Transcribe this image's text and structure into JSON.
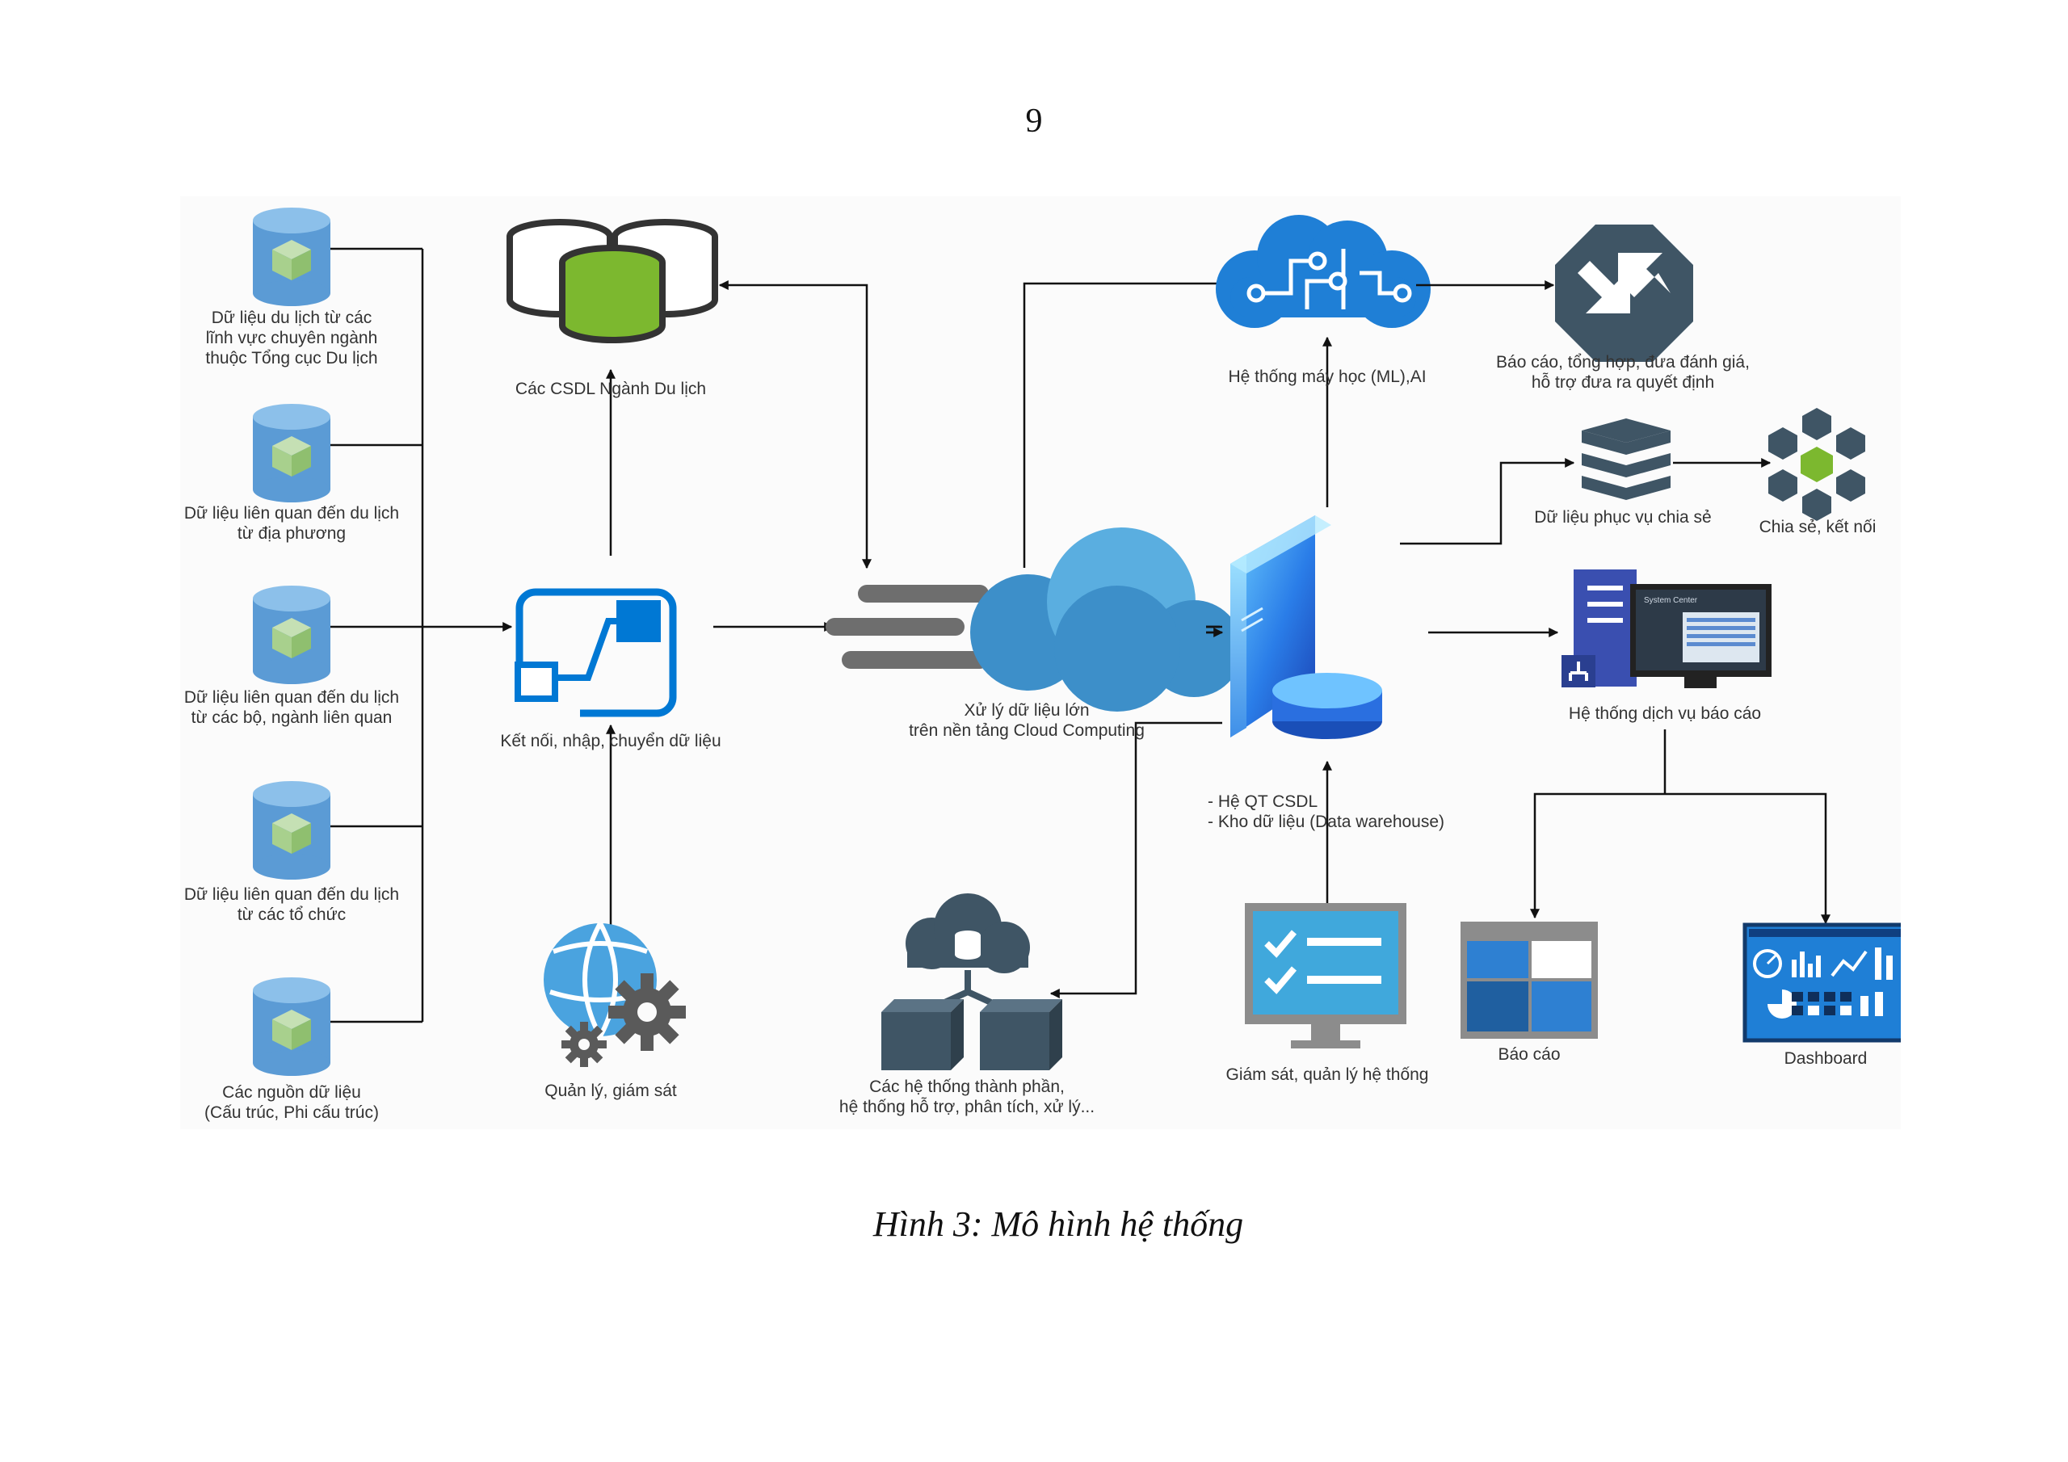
{
  "page_number": "9",
  "diagram": {
    "sources": [
      {
        "line1": "Dữ liệu du lịch từ các",
        "line2": "lĩnh vực chuyên ngành",
        "line3": "thuộc Tổng cục Du lịch"
      },
      {
        "line1": "Dữ liệu liên quan đến du lịch",
        "line2": "từ địa phương"
      },
      {
        "line1": "Dữ liệu liên quan đến du lịch",
        "line2": "từ các bộ, ngành liên quan"
      },
      {
        "line1": "Dữ liệu liên quan đến du lịch",
        "line2": "từ các tổ chức"
      },
      {
        "line1": "Các nguồn dữ liệu",
        "line2": "(Cấu trúc, Phi cấu trúc)"
      }
    ],
    "csdl_nganh": "Các CSDL Ngành Du lịch",
    "connect": "Kết nối, nhập,  chuyển dữ liệu",
    "manage": "Quản lý, giám sát",
    "cloud": {
      "line1": "Xử lý dữ liệu lớn",
      "line2": "trên nền tảng Cloud Computing"
    },
    "component_systems": {
      "line1": "Các hệ thống thành phần,",
      "line2": "hệ thống hỗ trợ, phân tích, xử lý..."
    },
    "ml_ai": "Hệ thống máy học (ML),AI",
    "db_system": {
      "line1": "- Hệ QT CSDL",
      "line2": "- Kho dữ liệu (Data warehouse)"
    },
    "monitor": "Giám sát, quản lý hệ thống",
    "decision": {
      "line1": "Báo cáo, tổng hợp, đưa đánh giá,",
      "line2": "hỗ trợ đưa ra quyết định"
    },
    "share_data": "Dữ liệu phục vụ chia sẻ",
    "share_connect": "Chia sẻ, kết nối",
    "report_system": "Hệ thống dịch vụ báo cáo",
    "monitor_screen_text": "System Center",
    "report": "Báo cáo",
    "dashboard": "Dashboard"
  },
  "caption": "Hình 3: Mô hình hệ thống",
  "colors": {
    "cylinder_blue": "#5b9bd5",
    "cube_green": "#a8d08d",
    "connector_blue": "#0078d4",
    "cloud_blue": "#4a9bd0",
    "slate_icon": "#3f5565",
    "server_blue": "#1e6fd9",
    "db_green": "#7cb82f",
    "ml_brain_blue": "#1f7fd6"
  }
}
